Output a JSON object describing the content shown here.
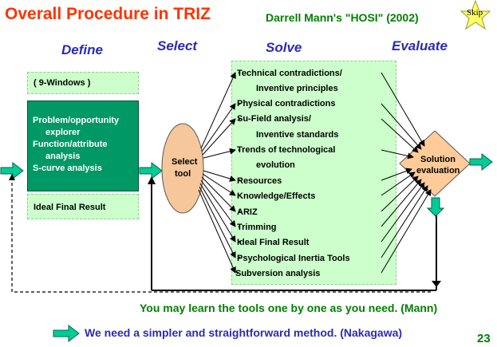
{
  "title": "Overall Procedure in TRIZ",
  "author": "Darrell Mann's \"HOSI\" (2002)",
  "skip_label": "Skip",
  "phases": {
    "define": "Define",
    "select": "Select",
    "solve": "Solve",
    "evaluate": "Evaluate"
  },
  "define": {
    "nine_windows": "( 9-Windows )",
    "lines": [
      "Problem/opportunity",
      "explorer",
      "Function/attribute",
      "analysis",
      "S-curve analysis"
    ],
    "ideal": "Ideal Final Result"
  },
  "select_tool": [
    "Select",
    "tool"
  ],
  "tools": [
    "Technical contradictions/",
    "Inventive principles",
    "Physical contradictions",
    "Su-Field analysis/",
    "Inventive standards",
    "Trends of technological",
    "evolution",
    "Resources",
    "Knowledge/Effects",
    "ARIZ",
    "Trimming",
    "Ideal Final Result",
    "Psychological Inertia Tools",
    "Subversion analysis"
  ],
  "evaluation": [
    "Solution",
    "evaluation"
  ],
  "footer_mann": "You may learn the tools one by one as you need. (Mann)",
  "footer_nakagawa": "We need a simpler and straightforward method. (Nakagawa)",
  "page_number": "23",
  "colors": {
    "title": "#ff3300",
    "green_text": "#008000",
    "blue_text": "#2b2bb8",
    "light_box": "#ccffcc",
    "dark_box": "#009966",
    "oval": "#f6c79a",
    "diamond": "#ffcc99",
    "arrow_fill": "#00cc99"
  }
}
